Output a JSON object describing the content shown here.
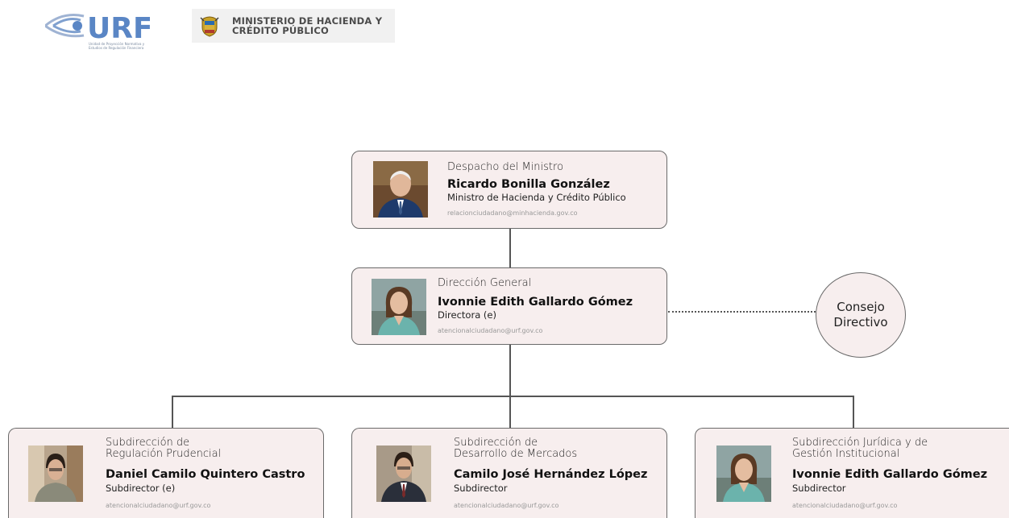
{
  "header": {
    "urf_logo_text": "URF",
    "urf_tagline": "Unidad de Proyección Normativa y Estudios de Regulación Financiera",
    "ministerio_line1": "MINISTERIO DE HACIENDA Y",
    "ministerio_line2": "CRÉDITO PÚBLICO"
  },
  "nodes": {
    "ministro": {
      "unit": "Despacho del Ministro",
      "name": "Ricardo Bonilla González",
      "role": "Ministro de Hacienda y Crédito Público",
      "email": "relacionciudadano@minhacienda.gov.co"
    },
    "direccion": {
      "unit": "Dirección General",
      "name": "Ivonnie Edith Gallardo Gómez",
      "role": "Directora (e)",
      "email": "atencionalciudadano@urf.gov.co"
    },
    "consejo": {
      "line1": "Consejo",
      "line2": "Directivo"
    },
    "prudencial": {
      "unit_line1": "Subdirección de",
      "unit_line2": "Regulación Prudencial",
      "name": "Daniel Camilo Quintero Castro",
      "role": "Subdirector (e)",
      "email": "atencionalciudadano@urf.gov.co"
    },
    "mercados": {
      "unit_line1": "Subdirección de",
      "unit_line2": "Desarrollo de Mercados",
      "name": "Camilo José Hernández López",
      "role": "Subdirector",
      "email": "atencionalciudadano@urf.gov.co"
    },
    "juridica": {
      "unit_line1": "Subdirección Jurídica y de",
      "unit_line2": "Gestión Institucional",
      "name": "Ivonnie Edith Gallardo Gómez",
      "role": "Subdirector",
      "email": "atencionalciudadano@urf.gov.co"
    }
  },
  "colors": {
    "card_bg": "#f7eeee",
    "border": "#6a6a6a",
    "urf_blue": "#5a86c5",
    "connector": "#555555"
  }
}
